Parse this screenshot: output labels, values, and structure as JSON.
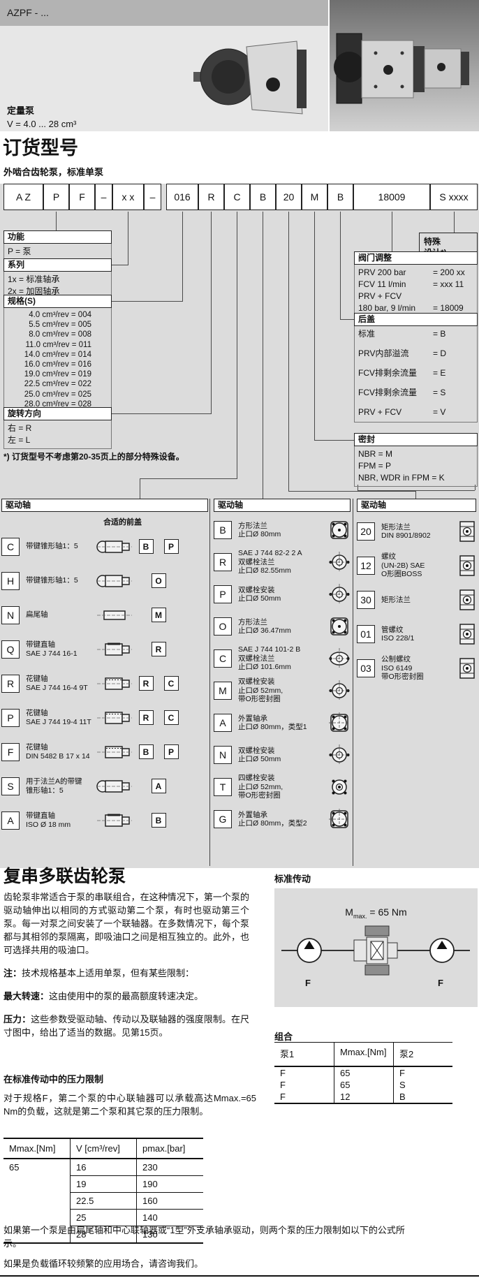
{
  "header": {
    "model": "AZPF - ...",
    "pump_type": "定量泵",
    "displacement": "V = 4.0 ... 28 cm³"
  },
  "order": {
    "title": "订货型号",
    "subtitle": "外啮合齿轮泵，标准单泵",
    "code_left": [
      "A Z",
      "P",
      "F",
      "–",
      "x x",
      "–"
    ],
    "code_right": [
      "016",
      "R",
      "C",
      "B",
      "20",
      "M",
      "B",
      "18009",
      "S xxxx"
    ],
    "footnote": "*) 订货型号不考虑第20-35页上的部分特殊设备。"
  },
  "tables": {
    "function": {
      "title": "功能",
      "rows": [
        "P = 泵"
      ]
    },
    "series": {
      "title": "系列",
      "rows": [
        "1x = 标准轴承",
        "2x = 加固轴承"
      ]
    },
    "size": {
      "title": "规格(S)",
      "rows": [
        "4.0 cm³/rev = 004",
        "5.5 cm³/rev = 005",
        "8.0 cm³/rev = 008",
        "11.0 cm³/rev = 011",
        "14.0 cm³/rev = 014",
        "16.0 cm³/rev = 016",
        "19.0 cm³/rev = 019",
        "22.5 cm³/rev = 022",
        "25.0 cm³/rev = 025",
        "28.0 cm³/rev = 028"
      ]
    },
    "rotation": {
      "title": "旋转方向",
      "rows": [
        "右 = R",
        "左 = L"
      ]
    },
    "special": {
      "lines": [
        "特殊",
        "设计*)"
      ]
    },
    "valve": {
      "title": "阀门调整",
      "rows": [
        {
          "label": "PRV 200 bar",
          "value": "= 200 xx"
        },
        {
          "label": "FCV 11 l/min",
          "value": "= xxx 11"
        },
        {
          "label": "PRV + FCV",
          "value": ""
        },
        {
          "label": "180 bar, 9 l/min",
          "value": "= 18009"
        }
      ]
    },
    "cover": {
      "title": "后盖",
      "rows": [
        {
          "label": "标准",
          "value": "= B"
        },
        {
          "label": "PRV内部溢流",
          "value": "= D"
        },
        {
          "label": "FCV排剩余流量",
          "value": "= E"
        },
        {
          "label": "FCV排剩余流量",
          "value": "= S"
        },
        {
          "label": "PRV + FCV",
          "value": "= V"
        }
      ]
    },
    "seal": {
      "title": "密封",
      "rows": [
        "NBR = M",
        "FPM = P",
        "NBR, WDR in FPM = K"
      ]
    }
  },
  "shaft_col1": {
    "title": "驱动轴",
    "cover_note": "合适的前盖",
    "rows": [
      {
        "code": "C",
        "desc": [
          "带键锥形轴1：5"
        ],
        "icon": "taper",
        "covers": [
          "B",
          "P"
        ]
      },
      {
        "code": "H",
        "desc": [
          "带键锥形轴1：5"
        ],
        "icon": "taper",
        "covers": [
          "O"
        ]
      },
      {
        "code": "N",
        "desc": [
          "扁尾轴"
        ],
        "icon": "flat",
        "covers": [
          "M"
        ]
      },
      {
        "code": "Q",
        "desc": [
          "带键直轴",
          "SAE J 744 16-1"
        ],
        "icon": "straight",
        "covers": [
          "R"
        ]
      },
      {
        "code": "R",
        "desc": [
          "花键轴",
          "SAE J 744 16-4 9T"
        ],
        "icon": "spline",
        "covers": [
          "R",
          "C"
        ]
      },
      {
        "code": "P",
        "desc": [
          "花键轴",
          "SAE J 744 19-4 11T"
        ],
        "icon": "spline",
        "covers": [
          "R",
          "C"
        ]
      },
      {
        "code": "F",
        "desc": [
          "花键轴",
          "DIN 5482 B 17 x 14"
        ],
        "icon": "spline",
        "covers": [
          "B",
          "P"
        ]
      },
      {
        "code": "S",
        "desc": [
          "用于法兰A的带键",
          "锥形轴1：5"
        ],
        "icon": "taper",
        "covers": [
          "A"
        ]
      },
      {
        "code": "A",
        "desc": [
          "带键直轴",
          "ISO Ø 18 mm"
        ],
        "icon": "straight",
        "covers": [
          "B"
        ]
      }
    ]
  },
  "shaft_col2": {
    "title": "驱动轴",
    "rows": [
      {
        "code": "B",
        "desc": [
          "方形法兰",
          "止口Ø 80mm"
        ],
        "icon": "square"
      },
      {
        "code": "R",
        "desc": [
          "SAE J 744 82-2 2 A",
          "双螺栓法兰",
          "止口Ø 82.55mm"
        ],
        "icon": "circle2"
      },
      {
        "code": "P",
        "desc": [
          "双螺栓安装",
          "止口Ø 50mm"
        ],
        "icon": "circle2"
      },
      {
        "code": "O",
        "desc": [
          "方形法兰",
          "止口Ø 36.47mm"
        ],
        "icon": "square"
      },
      {
        "code": "C",
        "desc": [
          "SAE J 744 101-2 B",
          "双螺栓法兰",
          "止口Ø 101.6mm"
        ],
        "icon": "oval"
      },
      {
        "code": "M",
        "desc": [
          "双螺栓安装",
          "止口Ø 52mm,",
          "带O形密封圈"
        ],
        "icon": "circle2"
      },
      {
        "code": "A",
        "desc": [
          "外置轴承",
          "止口Ø 80mm，类型1"
        ],
        "icon": "ext"
      },
      {
        "code": "N",
        "desc": [
          "双螺栓安装",
          "止口Ø 50mm"
        ],
        "icon": "circle2"
      },
      {
        "code": "T",
        "desc": [
          "四螺栓安装",
          "止口Ø 52mm,",
          "带O形密封圈"
        ],
        "icon": "circle4"
      },
      {
        "code": "G",
        "desc": [
          "外置轴承",
          "止口Ø 80mm，类型2"
        ],
        "icon": "ext"
      }
    ]
  },
  "shaft_col3": {
    "title": "驱动轴",
    "rows": [
      {
        "code": "20",
        "desc": [
          "矩形法兰",
          "DIN 8901/8902"
        ],
        "icon": "port"
      },
      {
        "code": "12",
        "desc": [
          "螺纹",
          "(UN-2B) SAE",
          "O形圈BOSS"
        ],
        "icon": "port"
      },
      {
        "code": "30",
        "desc": [
          "矩形法兰"
        ],
        "icon": "port"
      },
      {
        "code": "01",
        "desc": [
          "管螺纹",
          "ISO 228/1"
        ],
        "icon": "port"
      },
      {
        "code": "03",
        "desc": [
          "公制螺纹",
          "ISO 6149",
          "带O形密封圈"
        ],
        "icon": "port"
      }
    ]
  },
  "multi": {
    "title": "复串多联齿轮泵",
    "body": "齿轮泵非常适合于泵的串联组合，在这种情况下，第一个泵的驱动轴伸出以相同的方式驱动第二个泵，有时也驱动第三个泵。每一对泵之间安装了一个联轴器。在多数情况下，每个泵都与其相邻的泵隔离，即吸油口之间是相互独立的。此外，也可选择共用的吸油口。",
    "notes": [
      {
        "label": "注：",
        "text": "技术规格基本上适用单泵，但有某些限制："
      },
      {
        "label": "最大转速：",
        "text": "这由使用中的泵的最高额度转速决定。"
      },
      {
        "label": "压力：",
        "text": "这些参数受驱动轴、传动以及联轴器的强度限制。在尺寸图中，给出了适当的数据。见第15页。"
      }
    ]
  },
  "drive": {
    "title": "标准传动",
    "torque_m": "M",
    "torque_sub": "max.",
    "torque_eq": "= 65 Nm",
    "pump_labels": [
      "F",
      "F"
    ]
  },
  "combos": {
    "title": "组合",
    "headers": [
      "泵1",
      "Mmax.[Nm]",
      "泵2"
    ],
    "rows": [
      [
        "F",
        "65",
        "F"
      ],
      [
        "F",
        "65",
        "S"
      ],
      [
        "F",
        "12",
        "B"
      ]
    ]
  },
  "pressure": {
    "heading": "在标准传动中的压力限制",
    "body": "对于规格F，第二个泵的中心联轴器可以承载高达Mmax.=65 Nm的负载，这就是第二个泵和其它泵的压力限制。",
    "table": {
      "headers": [
        "Mmax.[Nm]",
        "V [cm³/rev]",
        "pmax.[bar]"
      ],
      "torque": "65",
      "rows": [
        [
          "16",
          "230"
        ],
        [
          "19",
          "190"
        ],
        [
          "22.5",
          "160"
        ],
        [
          "25",
          "140"
        ],
        [
          "28",
          "130"
        ]
      ]
    }
  },
  "footer": {
    "p1": "如果第一个泵是由扁尾轴和中心联轴器或“1型”外支承轴承驱动，则两个泵的压力限制如以下的公式所示。",
    "p2": "如果是负载循环较频繁的应用场合，请咨询我们。"
  }
}
